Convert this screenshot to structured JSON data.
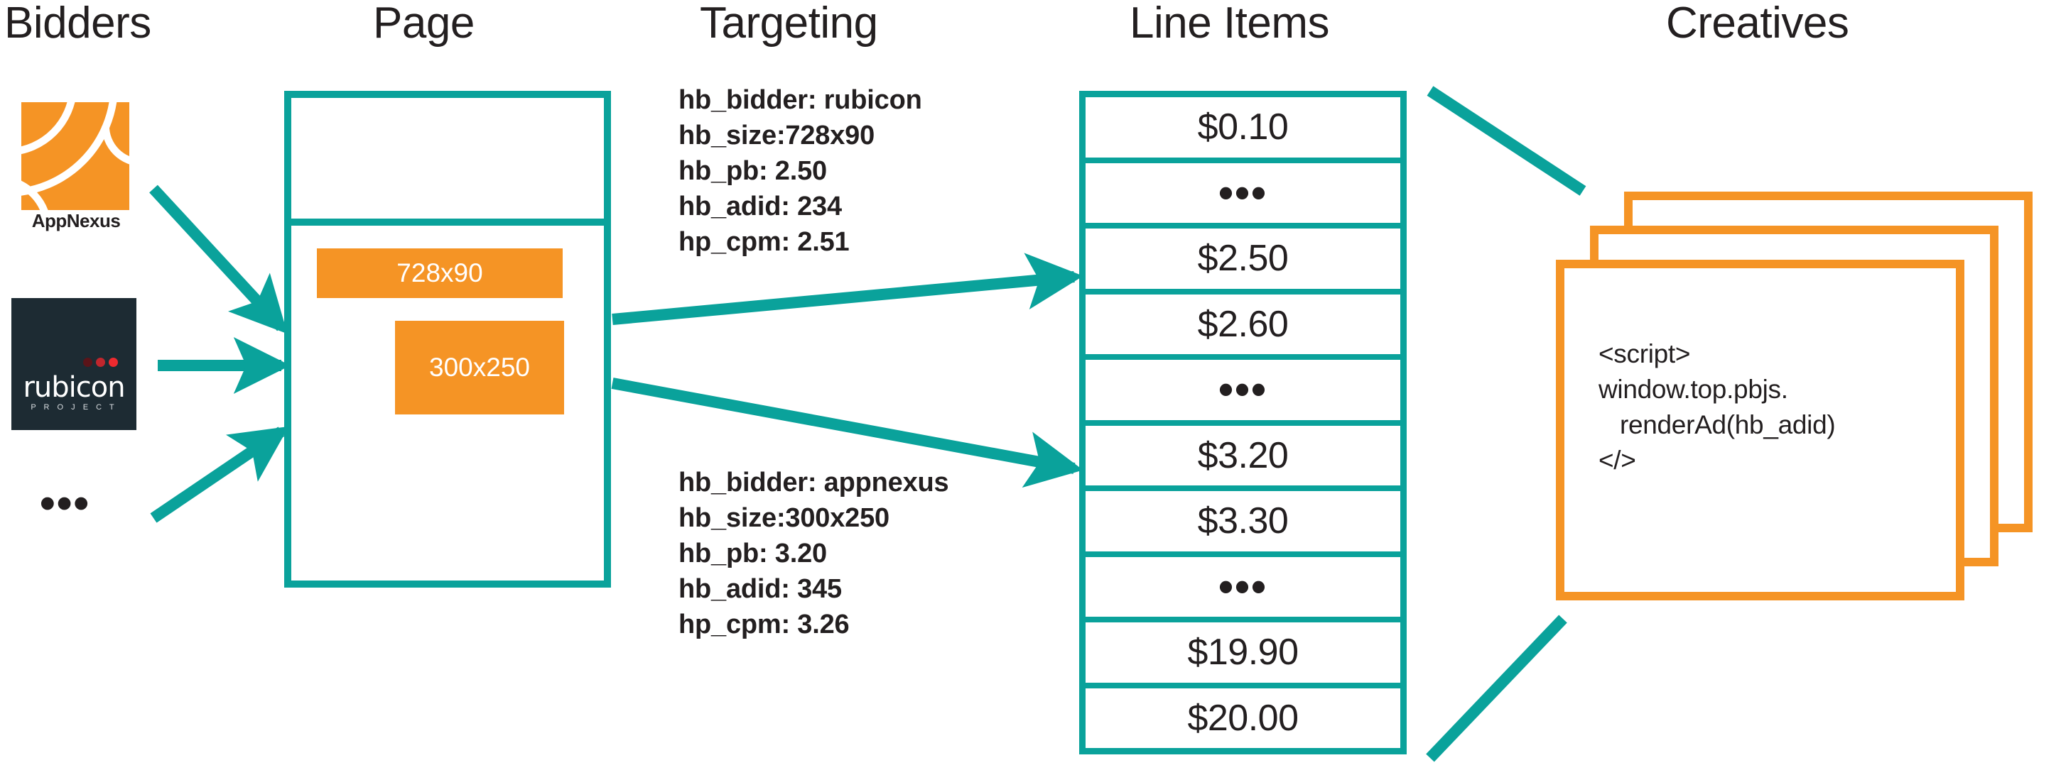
{
  "columns": {
    "bidders": "Bidders",
    "page": "Page",
    "targeting": "Targeting",
    "line_items": "Line Items",
    "creatives": "Creatives"
  },
  "colors": {
    "teal": "#0aa29b",
    "orange": "#f59425",
    "dark": "#231f20",
    "rubicon_bg": "#1d2b33"
  },
  "bidders": {
    "items": [
      {
        "name": "AppNexus",
        "label": "AppNexus"
      },
      {
        "name": "rubicon",
        "label": "rubicon",
        "sublabel": "P R O J E C T"
      }
    ],
    "more": "•••"
  },
  "page": {
    "ad_slots": [
      {
        "label": "728x90"
      },
      {
        "label": "300x250"
      }
    ]
  },
  "targeting": {
    "blocks": [
      {
        "hb_bidder": "hb_bidder: rubicon",
        "hb_size": "hb_size:728x90",
        "hb_pb": "hb_pb: 2.50",
        "hb_adid": "hb_adid: 234",
        "hp_cpm": "hp_cpm: 2.51",
        "text": "hb_bidder: rubicon\nhb_size:728x90\nhb_pb: 2.50\nhb_adid: 234\nhp_cpm: 2.51"
      },
      {
        "hb_bidder": "hb_bidder: appnexus",
        "hb_size": "hb_size:300x250",
        "hb_pb": "hb_pb: 3.20",
        "hb_adid": "hb_adid: 345",
        "hp_cpm": "hp_cpm: 3.26",
        "text": "hb_bidder: appnexus\nhb_size:300x250\nhb_pb: 3.20\nhb_adid: 345\nhp_cpm: 3.26"
      }
    ]
  },
  "line_items": {
    "rows": [
      {
        "label": "$0.10",
        "type": "value"
      },
      {
        "label": "•••",
        "type": "ellipsis"
      },
      {
        "label": "$2.50",
        "type": "value"
      },
      {
        "label": "$2.60",
        "type": "value"
      },
      {
        "label": "•••",
        "type": "ellipsis"
      },
      {
        "label": "$3.20",
        "type": "value"
      },
      {
        "label": "$3.30",
        "type": "value"
      },
      {
        "label": "•••",
        "type": "ellipsis"
      },
      {
        "label": "$19.90",
        "type": "value"
      },
      {
        "label": "$20.00",
        "type": "value"
      }
    ]
  },
  "creatives": {
    "card_count": 3,
    "code": "<script>\nwindow.top.pbjs.\n   renderAd(hb_adid)\n</>"
  }
}
